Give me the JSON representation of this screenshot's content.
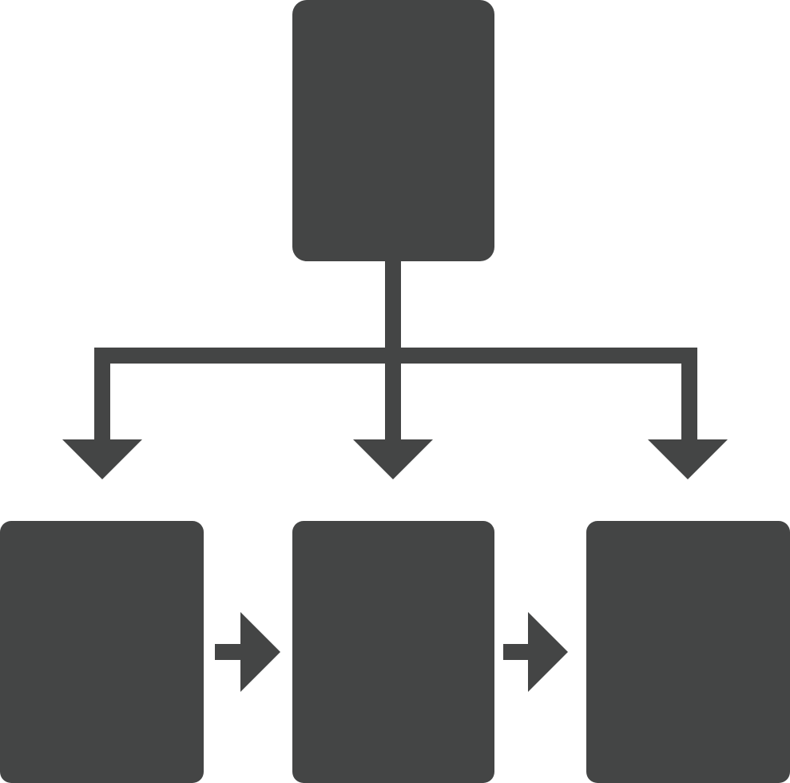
{
  "diagram": {
    "style": {
      "fill_color": "#444545",
      "background": "#ffffff"
    },
    "nodes": [
      {
        "id": "top",
        "label": ""
      },
      {
        "id": "left",
        "label": ""
      },
      {
        "id": "middle",
        "label": ""
      },
      {
        "id": "right",
        "label": ""
      }
    ],
    "edges": [
      {
        "from": "top",
        "to": "left",
        "kind": "branch"
      },
      {
        "from": "top",
        "to": "middle",
        "kind": "branch"
      },
      {
        "from": "top",
        "to": "right",
        "kind": "branch"
      },
      {
        "from": "left",
        "to": "middle",
        "kind": "sequence"
      },
      {
        "from": "middle",
        "to": "right",
        "kind": "sequence"
      }
    ]
  }
}
